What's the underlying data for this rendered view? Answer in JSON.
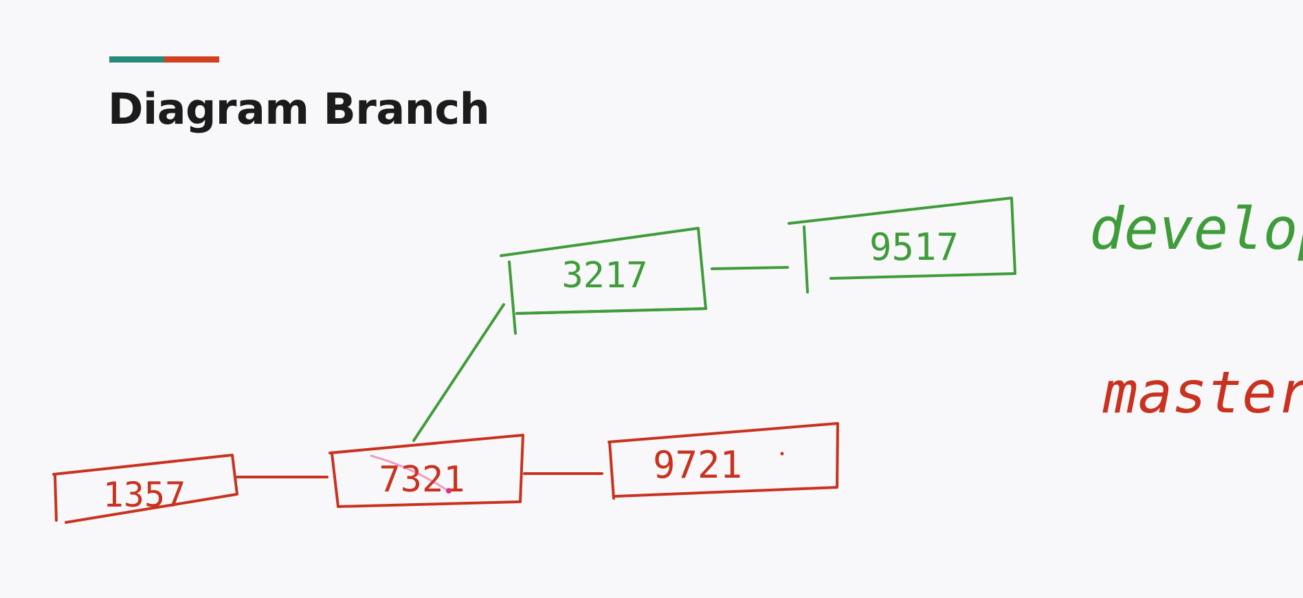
{
  "slide": {
    "title": "Diagram Branch",
    "accent_colors": [
      "#2a8a7a",
      "#d2421e"
    ]
  },
  "colors": {
    "develop": "#3f9c3a",
    "master": "#c8321e",
    "highlight": "#e0307a"
  },
  "branches": {
    "develop": {
      "label": "develop",
      "commits": [
        "3217",
        "9517"
      ]
    },
    "master": {
      "label": "master",
      "commits": [
        "1357",
        "7321",
        "9721"
      ]
    }
  }
}
